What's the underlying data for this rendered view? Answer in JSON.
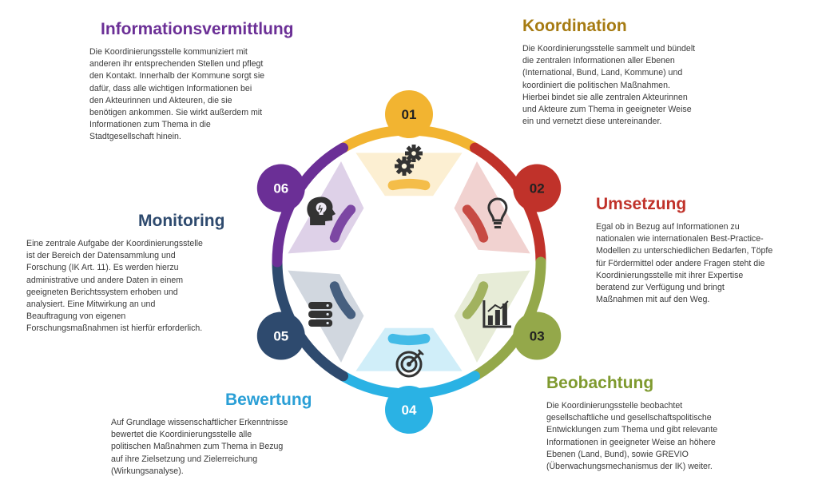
{
  "colors": {
    "koordination": "#f2b431",
    "umsetzung": "#c0322a",
    "beobachtung": "#94a84a",
    "bewertung": "#2ab2e4",
    "monitoring": "#2e4a6e",
    "informationsvermittlung": "#6b2f96"
  },
  "sections": [
    {
      "id": "koordination",
      "number": "01",
      "icon": "gears-icon",
      "title": "Koordination",
      "lines": [
        "Die Koordinierungsstelle sammelt und bündelt",
        "die zentralen Informationen aller Ebenen",
        "(International, Bund, Land, Kommune) und",
        "koordiniert die politischen Maßnahmen.",
        "Hierbei bindet sie alle zentralen Akteurinnen",
        "und Akteure zum Thema in geeigneter Weise",
        "ein und vernetzt diese untereinander."
      ]
    },
    {
      "id": "umsetzung",
      "number": "02",
      "icon": "lightbulb-icon",
      "title": "Umsetzung",
      "lines": [
        "Egal ob in Bezug auf Informationen zu",
        "nationalen wie internationalen Best-Practice-",
        "Modellen zu unterschiedlichen Bedarfen, Töpfe",
        "für Fördermittel oder andere Fragen steht die",
        "Koordinierungsstelle mit ihrer Expertise",
        "beratend zur Verfügung und bringt",
        "Maßnahmen mit auf den Weg."
      ]
    },
    {
      "id": "beobachtung",
      "number": "03",
      "icon": "bar-chart-icon",
      "title": "Beobachtung",
      "lines": [
        "Die Koordinierungsstelle beobachtet",
        "gesellschaftliche und gesellschaftspolitische",
        "Entwicklungen zum Thema und gibt relevante",
        "Informationen in geeigneter Weise an höhere",
        "Ebenen (Land, Bund), sowie GREVIO",
        "(Überwachungsmechanismus der IK) weiter."
      ]
    },
    {
      "id": "bewertung",
      "number": "04",
      "icon": "target-icon",
      "title": "Bewertung",
      "lines": [
        "Auf Grundlage wissenschaftlicher Erkenntnisse",
        "bewertet die Koordinierungsstelle alle",
        "politischen Maßnahmen zum Thema in Bezug",
        "auf ihre Zielsetzung und Zielerreichung",
        "(Wirkungsanalyse)."
      ]
    },
    {
      "id": "monitoring",
      "number": "05",
      "icon": "database-icon",
      "title": "Monitoring",
      "lines": [
        "Eine zentrale Aufgabe der Koordinierungsstelle",
        "ist der Bereich der Datensammlung und",
        "Forschung (IK Art. 11). Es werden hierzu",
        "administrative und andere Daten in einem",
        "geeigneten Berichtssystem erhoben und",
        "analysiert. Eine Mitwirkung an und",
        "Beauftragung von eigenen",
        "Forschungsmaßnahmen ist hierfür erforderlich."
      ]
    },
    {
      "id": "informationsvermittlung",
      "number": "06",
      "icon": "head-lightbulb-icon",
      "title": "Informationsvermittlung",
      "lines": [
        "Die Koordinierungsstelle kommuniziert mit",
        "anderen ihr entsprechenden Stellen und pflegt",
        "den Kontakt. Innerhalb der Kommune sorgt sie",
        "dafür, dass alle wichtigen Informationen bei",
        "den Akteurinnen und Akteuren, die sie",
        "benötigen ankommen. Sie wirkt außerdem mit",
        "Informationen zum Thema in die",
        "Stadtgesellschaft hinein."
      ]
    }
  ]
}
